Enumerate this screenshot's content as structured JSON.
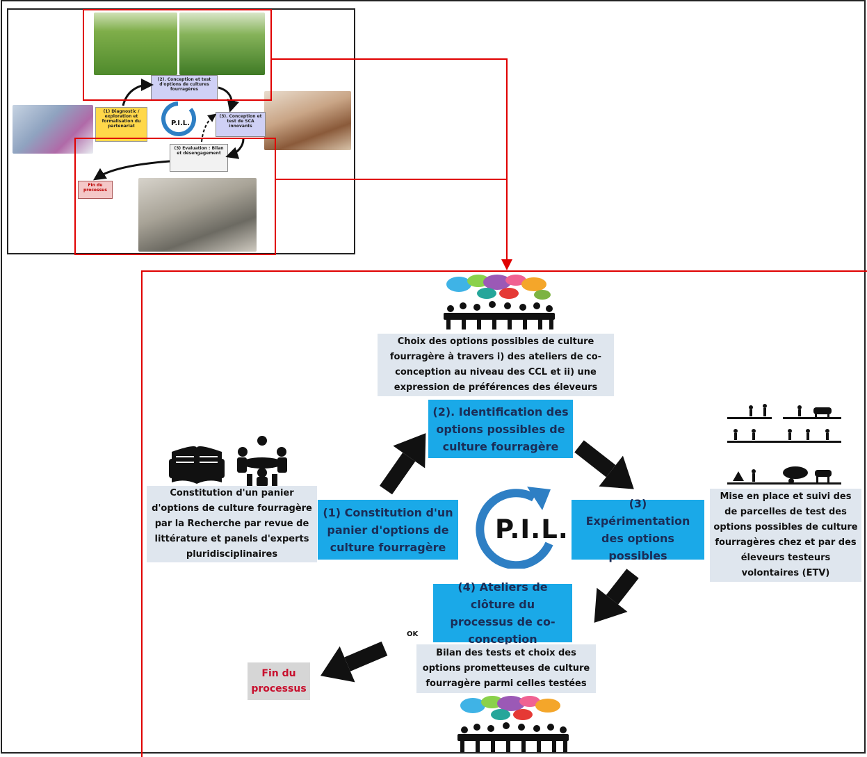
{
  "thumbnail": {
    "box_2": "(2). Conception et test d'options de cultures fourragères",
    "box_1": "(1) Diagnostic / exploration et formalisation du partenariat",
    "box_3": "(3). Conception et test de SCA innovants",
    "box_4": "(3) Evaluation : Bilan et désengagement",
    "box_fin": "Fin du processus",
    "pil": "P.I.L."
  },
  "main": {
    "top_description": "Choix des options possibles de culture fourragère à travers i) des ateliers de co-conception  au niveau des CCL et ii) une expression de préférences des éleveurs",
    "step_2": "(2). Identification des options possibles de culture fourragère",
    "left_description": "Constitution d'un panier d'options de culture fourragère par la Recherche par revue de littérature et panels d'experts pluridisciplinaires",
    "step_1": "(1) Constitution  d'un panier d'options de culture fourragère",
    "pil": "P.I.L.",
    "step_3": "(3) Expérimentation des options possibles",
    "right_description": "Mise en place et suivi des de parcelles de test des options possibles de culture fourragères chez et par des éleveurs testeurs volontaires (ETV)",
    "step_4": "(4) Ateliers de clôture du processus de co-conception",
    "ok": "OK",
    "bottom_description": "Bilan des tests et choix des options prometteuses de culture fourragère parmi celles testées",
    "fin": "Fin du processus"
  },
  "colors": {
    "accent_blue": "#1aa9e8",
    "frame_red": "#e00000",
    "cycle_blue": "#2e7fc4",
    "fin_red": "#c8102e"
  }
}
